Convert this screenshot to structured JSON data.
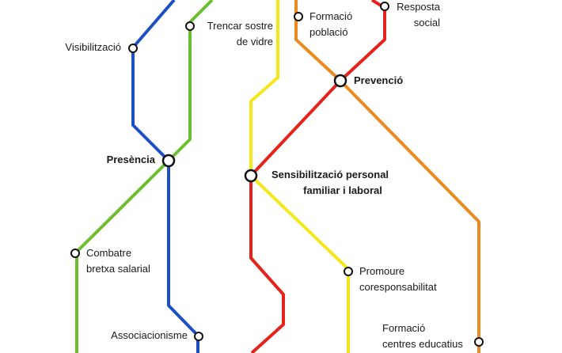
{
  "line_colors": {
    "blue": "#1d4fc4",
    "green": "#6cbf2f",
    "yellow": "#f4e81a",
    "red": "#e5231b",
    "orange": "#eb8a1f"
  },
  "stations": {
    "formacio_poblacio": {
      "line1": "Formació",
      "line2": "població"
    },
    "resposta_social": {
      "line1": "Resposta",
      "line2": "social"
    },
    "visibilitzacio": {
      "label": "Visibilització"
    },
    "trencar_sostre": {
      "line1": "Trencar sostre",
      "line2": "de vidre"
    },
    "prevencio": {
      "label": "Prevenció"
    },
    "presencia": {
      "label": "Presència"
    },
    "sensibilitzacio": {
      "line1": "Sensibilització personal",
      "line2": "familiar i laboral"
    },
    "combatre_bretxa": {
      "line1": "Combatre",
      "line2": "bretxa salarial"
    },
    "promoure": {
      "line1": "Promoure",
      "line2": "coresponsabilitat"
    },
    "associacionisme": {
      "label": "Associacionisme"
    },
    "formacio_centres": {
      "line1": "Formació",
      "line2": "centres educatius"
    }
  }
}
